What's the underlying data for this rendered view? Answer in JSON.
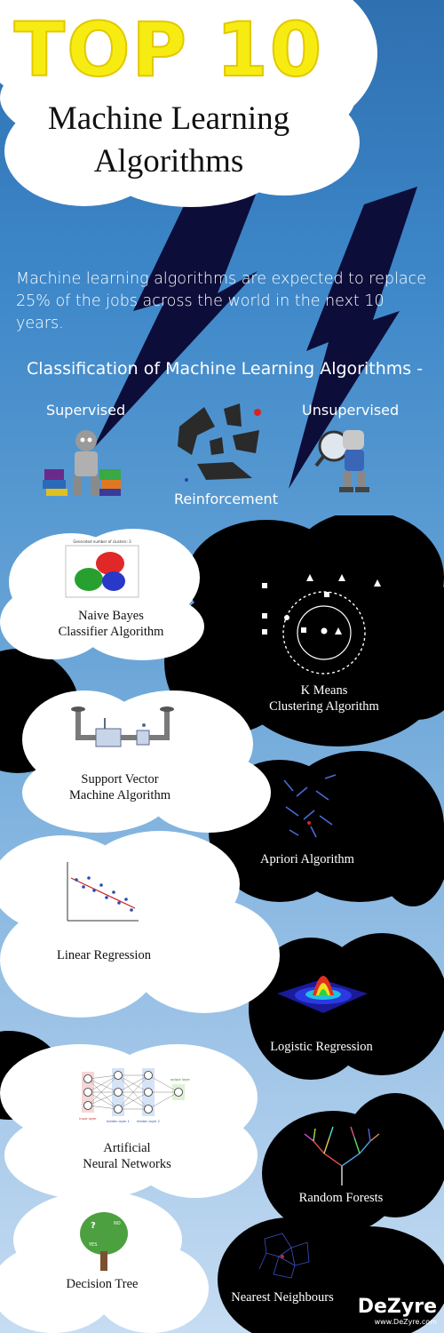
{
  "header": {
    "title_big": "TOP 10",
    "title_line1": "Machine Learning",
    "title_line2": "Algorithms"
  },
  "intro": {
    "text": "Machine learning algorithms are expected to replace 25% of the jobs across the world in the next 10 years."
  },
  "classification": {
    "heading": "Classification of Machine Learning Algorithms -",
    "supervised": "Supervised",
    "unsupervised": "Unsupervised",
    "reinforcement": "Reinforcement"
  },
  "algorithms": {
    "naive_bayes": [
      "Naive Bayes",
      "Classifier Algorithm"
    ],
    "naive_bayes_chart_title": "Generated number of clusters: 3",
    "k_means": [
      "K Means",
      "Clustering Algorithm"
    ],
    "svm": [
      "Support Vector",
      "Machine Algorithm"
    ],
    "apriori": [
      "Apriori Algorithm"
    ],
    "linear_regression": [
      "Linear Regression"
    ],
    "logistic_regression": [
      "Logistic Regression"
    ],
    "ann": [
      "Artificial",
      "Neural Networks"
    ],
    "ann_layers": [
      "input layer",
      "hidden layer 1",
      "hidden layer 2",
      "output layer"
    ],
    "random_forests": [
      "Random Forests"
    ],
    "decision_tree": [
      "Decision Tree"
    ],
    "decision_tree_labels": [
      "?",
      "NO",
      "YES"
    ],
    "nearest_neighbours": [
      "Nearest Neighbours"
    ]
  },
  "brand": {
    "name": "DeZyre",
    "url": "www.DeZyre.com"
  },
  "colors": {
    "title_yellow": "#f6ec12",
    "sky_top": "#2f70b0",
    "sky_bottom": "#c6dcf2",
    "lightning": "#0d0d3a"
  }
}
